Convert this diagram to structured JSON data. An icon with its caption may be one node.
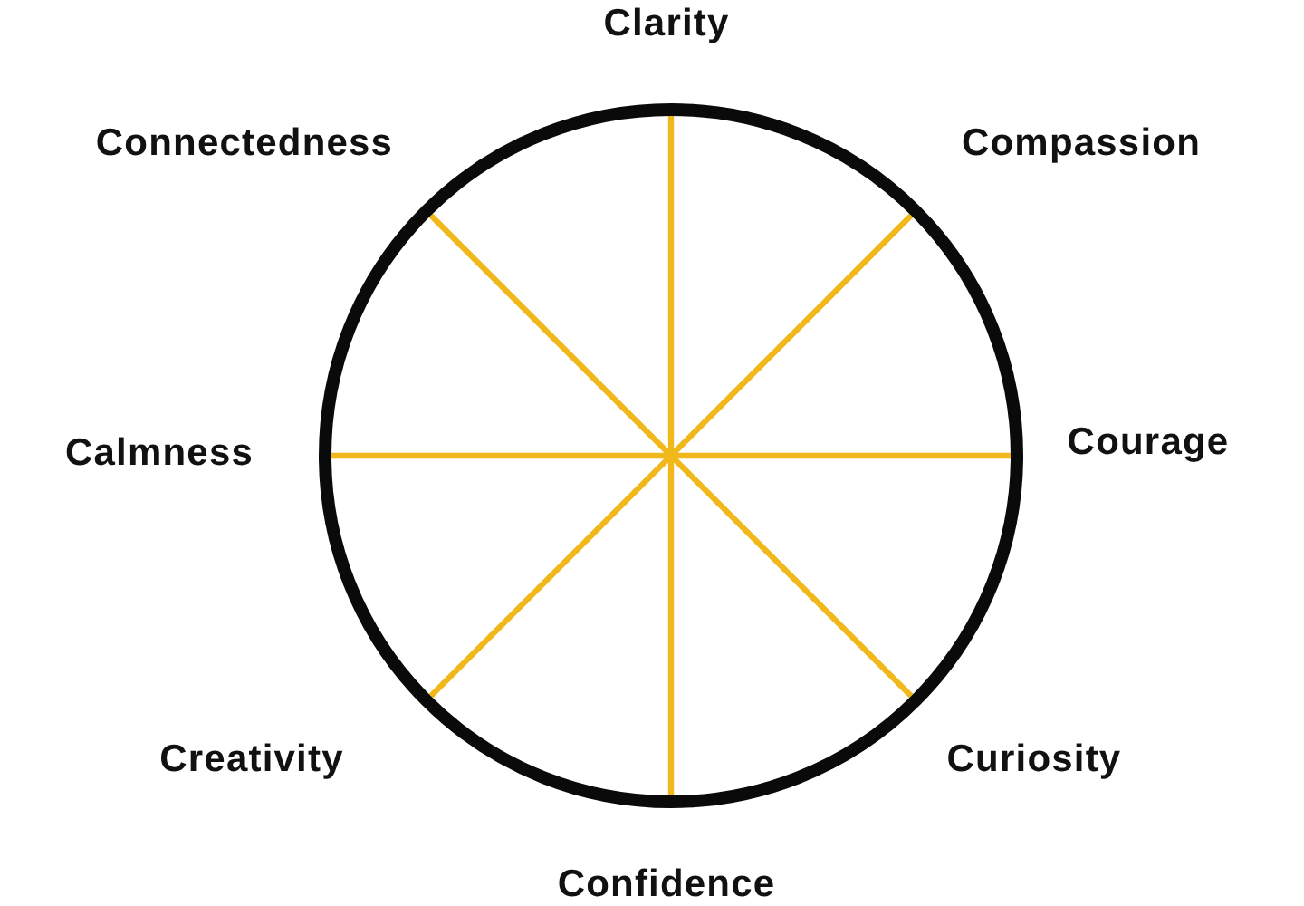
{
  "diagram": {
    "nodes": [
      {
        "text": [],
        "shape": "circle"
      }
    ],
    "labels": [
      "Clarity",
      "Connectedness",
      "Compassion",
      "Calmness",
      "Courage",
      "Creativity",
      "Curiosity",
      "Confidence"
    ]
  }
}
